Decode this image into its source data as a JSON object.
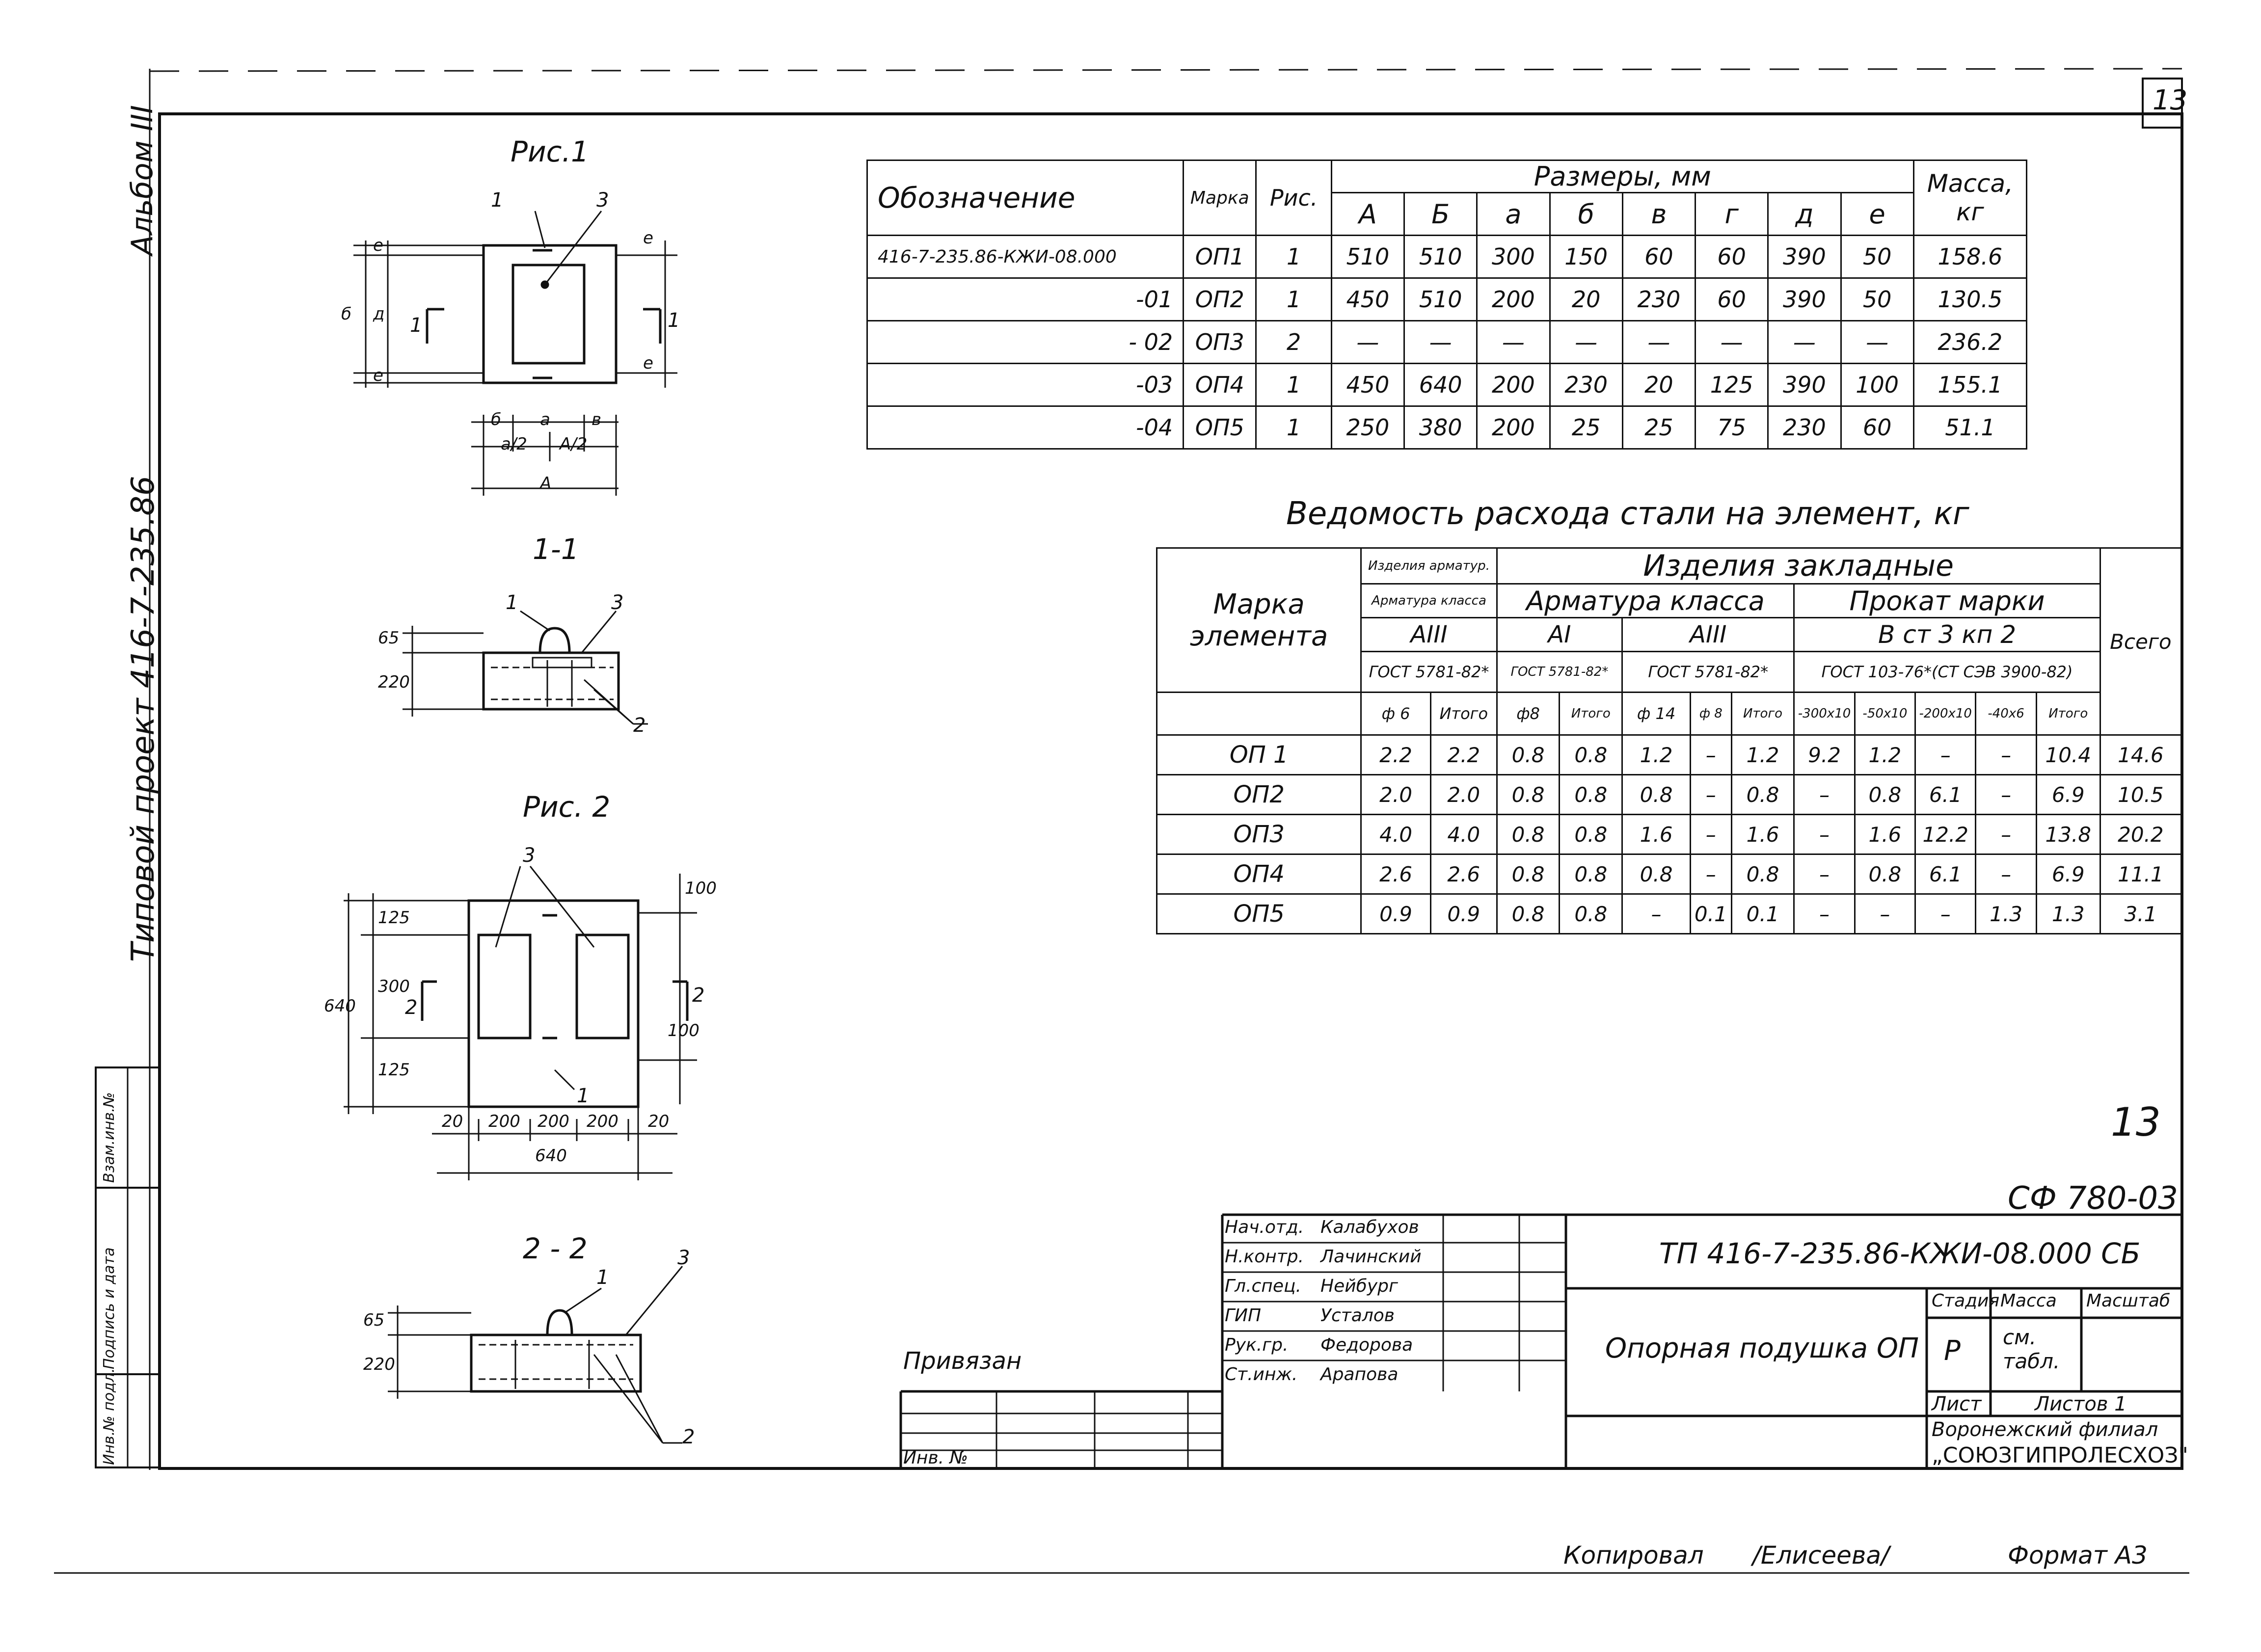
{
  "sheet_number": "13",
  "side_titles": {
    "album": "Альбом III",
    "project": "Типовой проект 416-7-235.86"
  },
  "side_stamp": [
    "Инв.№ подл.",
    "Подпись и дата",
    "Взам.инв.№"
  ],
  "figure1": {
    "title": "Рис.1",
    "callouts": [
      "1",
      "3"
    ],
    "dims_left": [
      "е",
      "д",
      "б",
      "е"
    ],
    "dims_right": [
      "е",
      "е"
    ],
    "section_marks": [
      "1",
      "1"
    ],
    "dims_bottom": [
      "б",
      "а",
      "в",
      "а/2",
      "А/2",
      "А"
    ]
  },
  "section11": {
    "title": "1-1",
    "callouts": [
      "1",
      "3",
      "2"
    ],
    "dims": [
      "65",
      "220"
    ]
  },
  "figure2": {
    "title": "Рис. 2",
    "callouts": [
      "3",
      "1"
    ],
    "dims_left": [
      "125",
      "300",
      "125",
      "640"
    ],
    "dims_right": [
      "100",
      "100"
    ],
    "section_marks": [
      "2",
      "2"
    ],
    "dims_bottom": [
      "20",
      "200",
      "200",
      "200",
      "20",
      "640"
    ]
  },
  "section22": {
    "title": "2 - 2",
    "callouts": [
      "1",
      "3",
      "2"
    ],
    "dims": [
      "65",
      "220"
    ]
  },
  "dims_table": {
    "headers": {
      "designation": "Обозначение",
      "mark": "Марка",
      "fig": "Рис.",
      "sizes": "Размеры, мм",
      "mass": "Масса, кг",
      "cols": [
        "А",
        "Б",
        "а",
        "б",
        "в",
        "г",
        "д",
        "е"
      ]
    },
    "rows": [
      [
        "416-7-235.86-КЖИ-08.000",
        "ОП1",
        "1",
        "510",
        "510",
        "300",
        "150",
        "60",
        "60",
        "390",
        "50",
        "158.6"
      ],
      [
        "-01",
        "ОП2",
        "1",
        "450",
        "510",
        "200",
        "20",
        "230",
        "60",
        "390",
        "50",
        "130.5"
      ],
      [
        "- 02",
        "ОП3",
        "2",
        "—",
        "—",
        "—",
        "—",
        "—",
        "—",
        "—",
        "—",
        "236.2"
      ],
      [
        "-03",
        "ОП4",
        "1",
        "450",
        "640",
        "200",
        "230",
        "20",
        "125",
        "390",
        "100",
        "155.1"
      ],
      [
        "-04",
        "ОП5",
        "1",
        "250",
        "380",
        "200",
        "25",
        "25",
        "75",
        "230",
        "60",
        "51.1"
      ]
    ]
  },
  "steel_table": {
    "title": "Ведомость расхода стали на элемент, кг",
    "headers": {
      "element": "Марка элемента",
      "g1": "Изделия арматур.",
      "g1_class": "Арматура класса",
      "g1_cls": "АIII",
      "g1_gost": "ГОСТ 5781-82*",
      "g2": "Изделия закладные",
      "g2a": "Арматура класса",
      "g2a1": "АI",
      "g2a1_gost": "ГОСТ 5781-82*",
      "g2a2": "АIII",
      "g2a2_gost": "ГОСТ 5781-82*",
      "g2b": "Прокат марки",
      "g2b_grade": "В ст 3 кп 2",
      "g2b_gost": "ГОСТ 103-76*(СТ СЭВ 3900-82)",
      "total": "Всего",
      "cols": [
        "ф 6",
        "Итого",
        "ф8",
        "Итого",
        "ф 14",
        "ф 8",
        "Итого",
        "-300х10",
        "-50х10",
        "-200х10",
        "-40х6",
        "Итого"
      ]
    },
    "rows": [
      [
        "ОП 1",
        "2.2",
        "2.2",
        "0.8",
        "0.8",
        "1.2",
        "–",
        "1.2",
        "9.2",
        "1.2",
        "–",
        "–",
        "10.4",
        "14.6"
      ],
      [
        "ОП2",
        "2.0",
        "2.0",
        "0.8",
        "0.8",
        "0.8",
        "–",
        "0.8",
        "–",
        "0.8",
        "6.1",
        "–",
        "6.9",
        "10.5"
      ],
      [
        "ОП3",
        "4.0",
        "4.0",
        "0.8",
        "0.8",
        "1.6",
        "–",
        "1.6",
        "–",
        "1.6",
        "12.2",
        "–",
        "13.8",
        "20.2"
      ],
      [
        "ОП4",
        "2.6",
        "2.6",
        "0.8",
        "0.8",
        "0.8",
        "–",
        "0.8",
        "–",
        "0.8",
        "6.1",
        "–",
        "6.9",
        "11.1"
      ],
      [
        "ОП5",
        "0.9",
        "0.9",
        "0.8",
        "0.8",
        "–",
        "0.1",
        "0.1",
        "–",
        "–",
        "–",
        "1.3",
        "1.3",
        "3.1"
      ]
    ]
  },
  "page_mark": "13",
  "code_mark": "СФ 780-03",
  "title_block": {
    "signatures": [
      [
        "Нач.отд.",
        "Калабухов"
      ],
      [
        "Н.контр.",
        "Лачинский"
      ],
      [
        "Гл.спец.",
        "Нейбург"
      ],
      [
        "ГИП",
        "Усталов"
      ],
      [
        "Рук.гр.",
        "Федорова"
      ],
      [
        "Ст.инж.",
        "Арапова"
      ]
    ],
    "doc_code": "ТП 416-7-235.86-КЖИ-08.000 СБ",
    "name": "Опорная подушка ОП",
    "stage_label": "Стадия",
    "stage": "Р",
    "mass_label": "Масса",
    "mass": "см. табл.",
    "scale_label": "Масштаб",
    "sheet_label": "Лист",
    "sheets_label": "Листов 1",
    "org_line1": "Воронежский филиал",
    "org_line2": "„СОЮЗГИПРОЛЕСХОЗ\""
  },
  "bound": "Привязан",
  "inv_no": "Инв. №",
  "footer": {
    "copied": "Копировал",
    "copier": "/Елисеева/",
    "format": "Формат А3"
  }
}
